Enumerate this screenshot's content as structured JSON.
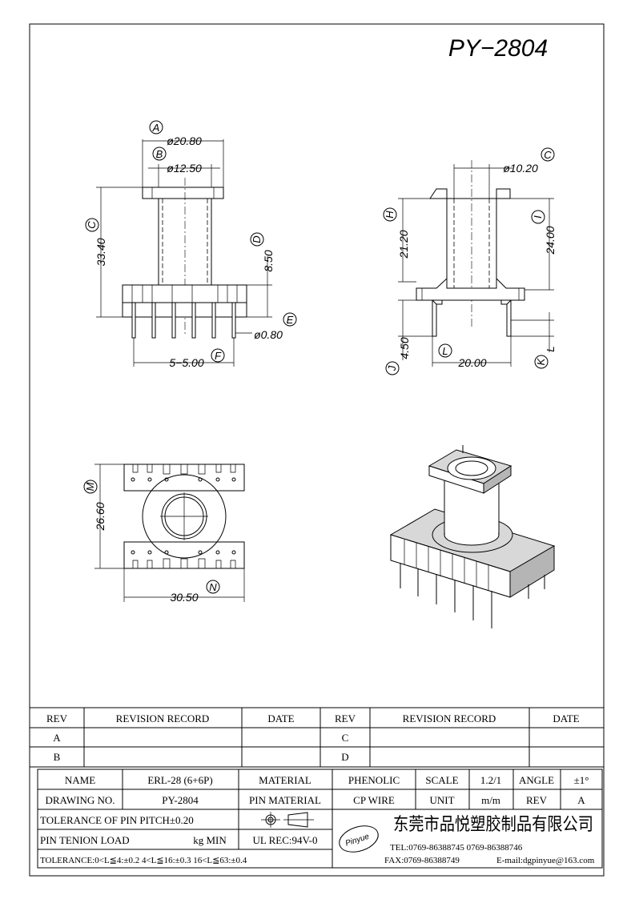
{
  "title": "PY−2804",
  "views": {
    "front": {
      "dim_a_label": "A",
      "dim_a_value": "ø20.80",
      "dim_b_label": "B",
      "dim_b_value": "ø12.50",
      "dim_c_label": "C",
      "dim_c_value": "33.40",
      "dim_d_label": "D",
      "dim_d_value": "8.50",
      "dim_e_label": "E",
      "dim_e_value": "ø0.80",
      "dim_f_label": "F",
      "dim_f_value": "5−5.00"
    },
    "side": {
      "dim_c_label": "C",
      "dim_c_value": "ø10.20",
      "dim_h_label": "H",
      "dim_h_value": "21.20",
      "dim_i_label": "I",
      "dim_i_value": "24.00",
      "dim_j_label": "J",
      "dim_j_value": "4.50",
      "dim_l_label": "L",
      "dim_l_value": "20.00",
      "dim_k_label": "K",
      "dim_k_suffix": "L"
    },
    "bottom": {
      "dim_m_label": "M",
      "dim_m_value": "26.60",
      "dim_n_label": "N",
      "dim_n_value": "30.50"
    }
  },
  "revision_table": {
    "headers": [
      "REV",
      "REVISION RECORD",
      "DATE",
      "REV",
      "REVISION RECORD",
      "DATE"
    ],
    "rows": [
      [
        "A",
        "",
        "",
        "C",
        "",
        ""
      ],
      [
        "B",
        "",
        "",
        "D",
        "",
        ""
      ]
    ]
  },
  "title_block": {
    "name_label": "NAME",
    "name_value": "ERL-28 (6+6P)",
    "material_label": "MATERIAL",
    "material_value": "PHENOLIC",
    "scale_label": "SCALE",
    "scale_value": "1.2/1",
    "angle_label": "ANGLE",
    "angle_value": "±1°",
    "drawing_no_label": "DRAWING NO.",
    "drawing_no_value": "PY-2804",
    "pin_material_label": "PIN MATERIAL",
    "pin_material_value": "CP WIRE",
    "unit_label": "UNIT",
    "unit_value": "m/m",
    "rev_label": "REV",
    "rev_value": "A",
    "tolerance_pitch": "TOLERANCE OF PIN PITCH±0.20",
    "pin_tension": "PIN TENION LOAD",
    "pin_tension_unit": "kg MIN",
    "ul_rec": "UL REC:94V-0",
    "tolerance_line": "TOLERANCE:0<L≦4:±0.2  4<L≦16:±0.3  16<L≦63:±0.4",
    "logo_text": "Pinyue",
    "company_name": "东莞市品悦塑胶制品有限公司",
    "tel": "TEL:0769-86388745   0769-86388746",
    "fax": "FAX:0769-86388749",
    "email": "E-mail:dgpinyue@163.com"
  }
}
